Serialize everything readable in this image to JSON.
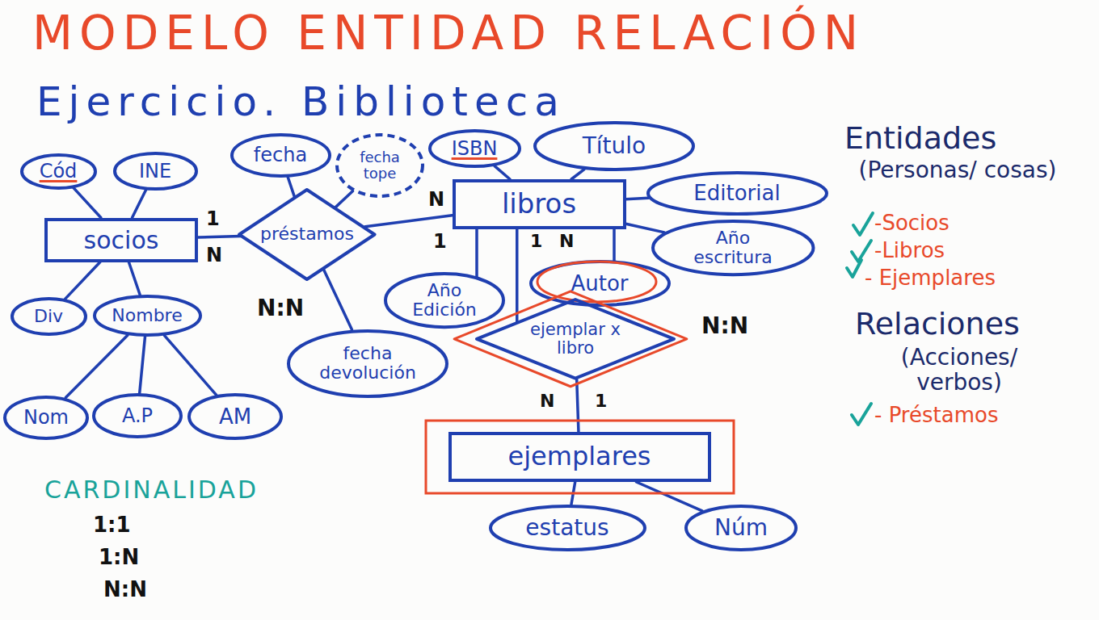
{
  "diagram": {
    "title": "MODELO ENTIDAD RELACIÓN",
    "nodes": [
      {
        "text": [
          "Cód"
        ]
      },
      {
        "text": [
          "INE"
        ]
      },
      {
        "text": [
          "fecha"
        ]
      },
      {
        "text": [
          "fecha tope"
        ]
      },
      {
        "text": [
          "ISBN"
        ]
      },
      {
        "text": [
          "Título"
        ]
      },
      {
        "text": [
          "socios"
        ]
      },
      {
        "text": [
          "préstamos"
        ]
      },
      {
        "text": [
          "libros"
        ]
      },
      {
        "text": [
          "Editorial"
        ]
      },
      {
        "text": [
          "Año escritura"
        ]
      },
      {
        "text": [
          "Div"
        ]
      },
      {
        "text": [
          "Nombre"
        ]
      },
      {
        "text": [
          "Año Edición"
        ]
      },
      {
        "text": [
          "Autor"
        ]
      },
      {
        "text": [
          "fecha devolución"
        ]
      },
      {
        "text": [
          "ejemplar x libro"
        ]
      },
      {
        "text": [
          "Nom"
        ]
      },
      {
        "text": [
          "A.P"
        ]
      },
      {
        "text": [
          "AM"
        ]
      },
      {
        "text": [
          "ejemplares"
        ]
      },
      {
        "text": [
          "estatus"
        ]
      },
      {
        "text": [
          "Núm"
        ]
      }
    ],
    "edges": [
      {
        "from": 0,
        "to": 6,
        "arrow": "none"
      },
      {
        "from": 1,
        "to": 6,
        "arrow": "none"
      },
      {
        "from": 11,
        "to": 6,
        "arrow": "none"
      },
      {
        "from": 12,
        "to": 6,
        "arrow": "none"
      },
      {
        "from": 17,
        "to": 12,
        "arrow": "none"
      },
      {
        "from": 18,
        "to": 12,
        "arrow": "none"
      },
      {
        "from": 19,
        "to": 12,
        "arrow": "none"
      },
      {
        "from": 6,
        "to": 7,
        "arrow": "none"
      },
      {
        "from": 7,
        "to": 8,
        "arrow": "none"
      },
      {
        "from": 2,
        "to": 7,
        "arrow": "none"
      },
      {
        "from": 3,
        "to": 7,
        "arrow": "none"
      },
      {
        "from": 15,
        "to": 7,
        "arrow": "none"
      },
      {
        "from": 4,
        "to": 8,
        "arrow": "none"
      },
      {
        "from": 5,
        "to": 8,
        "arrow": "none"
      },
      {
        "from": 9,
        "to": 8,
        "arrow": "none"
      },
      {
        "from": 10,
        "to": 8,
        "arrow": "none"
      },
      {
        "from": 13,
        "to": 8,
        "arrow": "none"
      },
      {
        "from": 14,
        "to": 8,
        "arrow": "none"
      },
      {
        "from": 8,
        "to": 16,
        "arrow": "none"
      },
      {
        "from": 16,
        "to": 20,
        "arrow": "none"
      },
      {
        "from": 21,
        "to": 20,
        "arrow": "none"
      },
      {
        "from": 22,
        "to": 20,
        "arrow": "none"
      }
    ],
    "labels": [
      "Ejercicio. Biblioteca",
      "1",
      "N",
      "N",
      "1",
      "N:N",
      "1",
      "N",
      "N:N",
      "N",
      "1",
      "Entidades",
      "(Personas/ cosas)",
      "-Socios",
      "-Libros",
      "- Ejemplares",
      "Relaciones",
      "(Acciones/ verbos)",
      "- Préstamos",
      "CARDINALIDAD",
      "1:1",
      "1:N",
      "N:N"
    ]
  }
}
